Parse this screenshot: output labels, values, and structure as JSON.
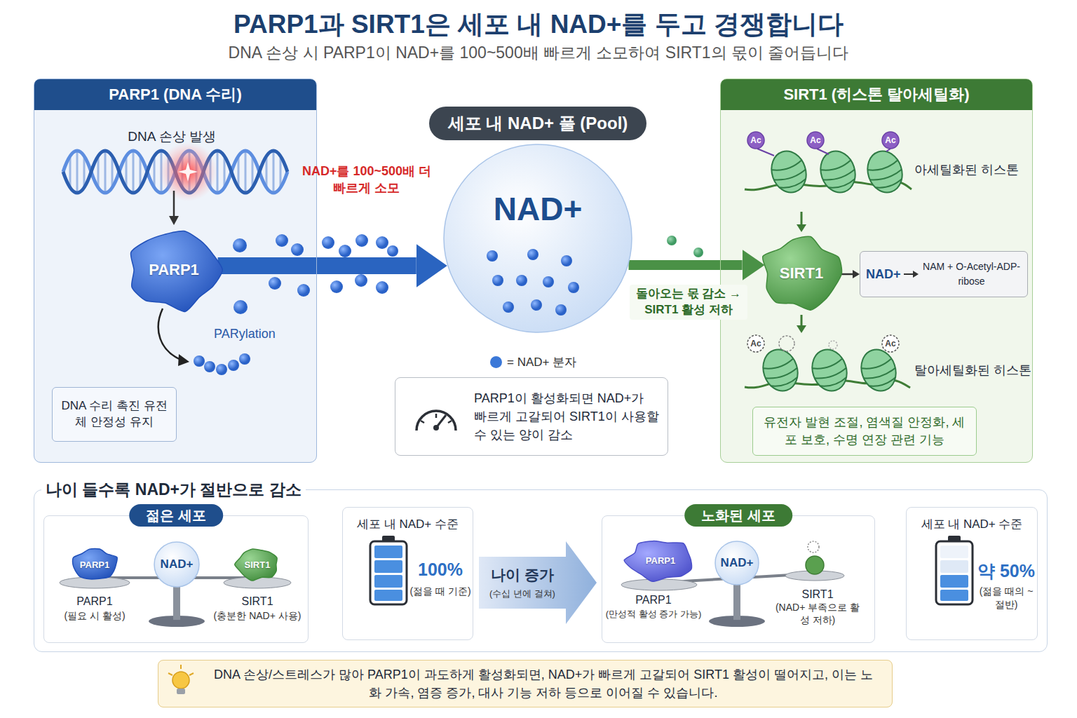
{
  "diagram": {
    "title": "PARP1과 SIRT1은 세포 내 NAD+를 두고 경쟁합니다",
    "caption": "DNA 손상 시 PARP1이 NAD+를 100~500배 빠르게 소모하여 SIRT1의 몫이 줄어듭니다",
    "nodes": [
      {
        "text": [
          "PARP1 (DNA 수리)"
        ]
      },
      {
        "text": [
          "PARP1"
        ],
        "in": 0
      },
      {
        "text": [
          "DNA 수리 촉진 유전체 안정성 유지"
        ],
        "in": 0
      },
      {
        "text": [
          "세포 내 NAD+ 풀 (Pool)"
        ]
      },
      {
        "text": [
          "NAD+"
        ]
      },
      {
        "text": [
          "PARP1이 활성화되면 NAD+가 빠르게 고갈되어 SIRT1이 사용할 수 있는 양이 감소"
        ]
      },
      {
        "text": [
          "SIRT1 (히스톤 탈아세틸화)"
        ]
      },
      {
        "text": [
          "SIRT1"
        ],
        "in": 6
      },
      {
        "text": [
          "NAD+",
          "NAM + O-Acetyl-ADP-ribose"
        ],
        "in": 6
      },
      {
        "text": [
          "유전자 발현 조절, 염색질 안정화, 세포 보호, 수명 연장 관련 기능"
        ],
        "in": 6
      },
      {
        "text": [
          "나이 들수록 NAD+가 절반으로 감소"
        ]
      },
      {
        "text": [
          "젊은 세포"
        ],
        "in": 10
      },
      {
        "text": [
          "PARP1"
        ],
        "in": 11
      },
      {
        "text": [
          "NAD+"
        ],
        "in": 11
      },
      {
        "text": [
          "SIRT1"
        ],
        "in": 11
      },
      {
        "text": [
          "세포 내 NAD+ 수준",
          "100%",
          "(젊을 때 기준)"
        ],
        "in": 10
      },
      {
        "text": [
          "나이 증가",
          "(수십 년에 걸쳐)"
        ],
        "in": 10
      },
      {
        "text": [
          "노화된 세포"
        ],
        "in": 10
      },
      {
        "text": [
          "PARP1"
        ],
        "in": 17
      },
      {
        "text": [
          "NAD+"
        ],
        "in": 17
      },
      {
        "text": [
          "세포 내 NAD+ 수준",
          "약 50%",
          "(젊을 때의 ~절반)"
        ],
        "in": 10
      },
      {
        "text": [
          "DNA 손상/스트레스가 많아 PARP1이 과도하게 활성화되면, NAD+가 빠르게 고갈되어 SIRT1 활성이 떨어지고, 이는 노화 가속, 염증 증가, 대사 기능 저하 등으로 이어질 수 있습니다."
        ]
      }
    ],
    "edges": [
      {
        "from": 1,
        "to": 4,
        "arrow": "to",
        "label": "NAD+를 100~500배 더 빠르게 소모"
      },
      {
        "from": 4,
        "to": 7,
        "arrow": "to",
        "label": "돌아오는 몫 감소 → SIRT1 활성 저하"
      },
      {
        "from": 7,
        "to": 8,
        "arrow": "to"
      }
    ],
    "labels": [
      "DNA 손상 발생",
      "PARylation",
      "Ac",
      "Ac",
      "Ac",
      "아세틸화된 히스톤",
      "Ac",
      "Ac",
      "탈아세틸화된 히스톤",
      "PARP1",
      "(필요 시 활성)",
      "SIRT1",
      "(충분한 NAD+ 사용)",
      "PARP1",
      "(만성적 활성 증가 가능)",
      "SIRT1",
      "(NAD+ 부족으로 활성 저하)"
    ],
    "legend": [
      {
        "text": "= NAD+ 분자",
        "color": "#3b78d8"
      }
    ]
  }
}
